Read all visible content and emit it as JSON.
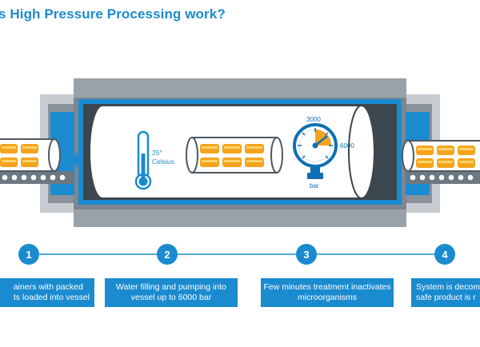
{
  "title": "s High Pressure Processing work?",
  "colors": {
    "accent": "#1b8bd0",
    "dark_blue": "#0f6fb6",
    "gray": "#7d8791",
    "dark_gray": "#4f5961",
    "orange": "#f4a41c"
  },
  "thermometer": {
    "temp_value": "25°",
    "temp_unit": "Celsius"
  },
  "gauge": {
    "top_label": "3000",
    "right_label": "6000",
    "unit_label": "bar"
  },
  "steps": [
    {
      "number": "1",
      "line1": "ainers with packed",
      "line2": "ts loaded into vessel"
    },
    {
      "number": "2",
      "line1": "Water filling and pumping into",
      "line2": "vessel up to 6000 bar"
    },
    {
      "number": "3",
      "line1": "Few minutes treatment inactivates",
      "line2": "microorganisms"
    },
    {
      "number": "4",
      "line1": "System is decom",
      "line2": "safe product is r"
    }
  ]
}
